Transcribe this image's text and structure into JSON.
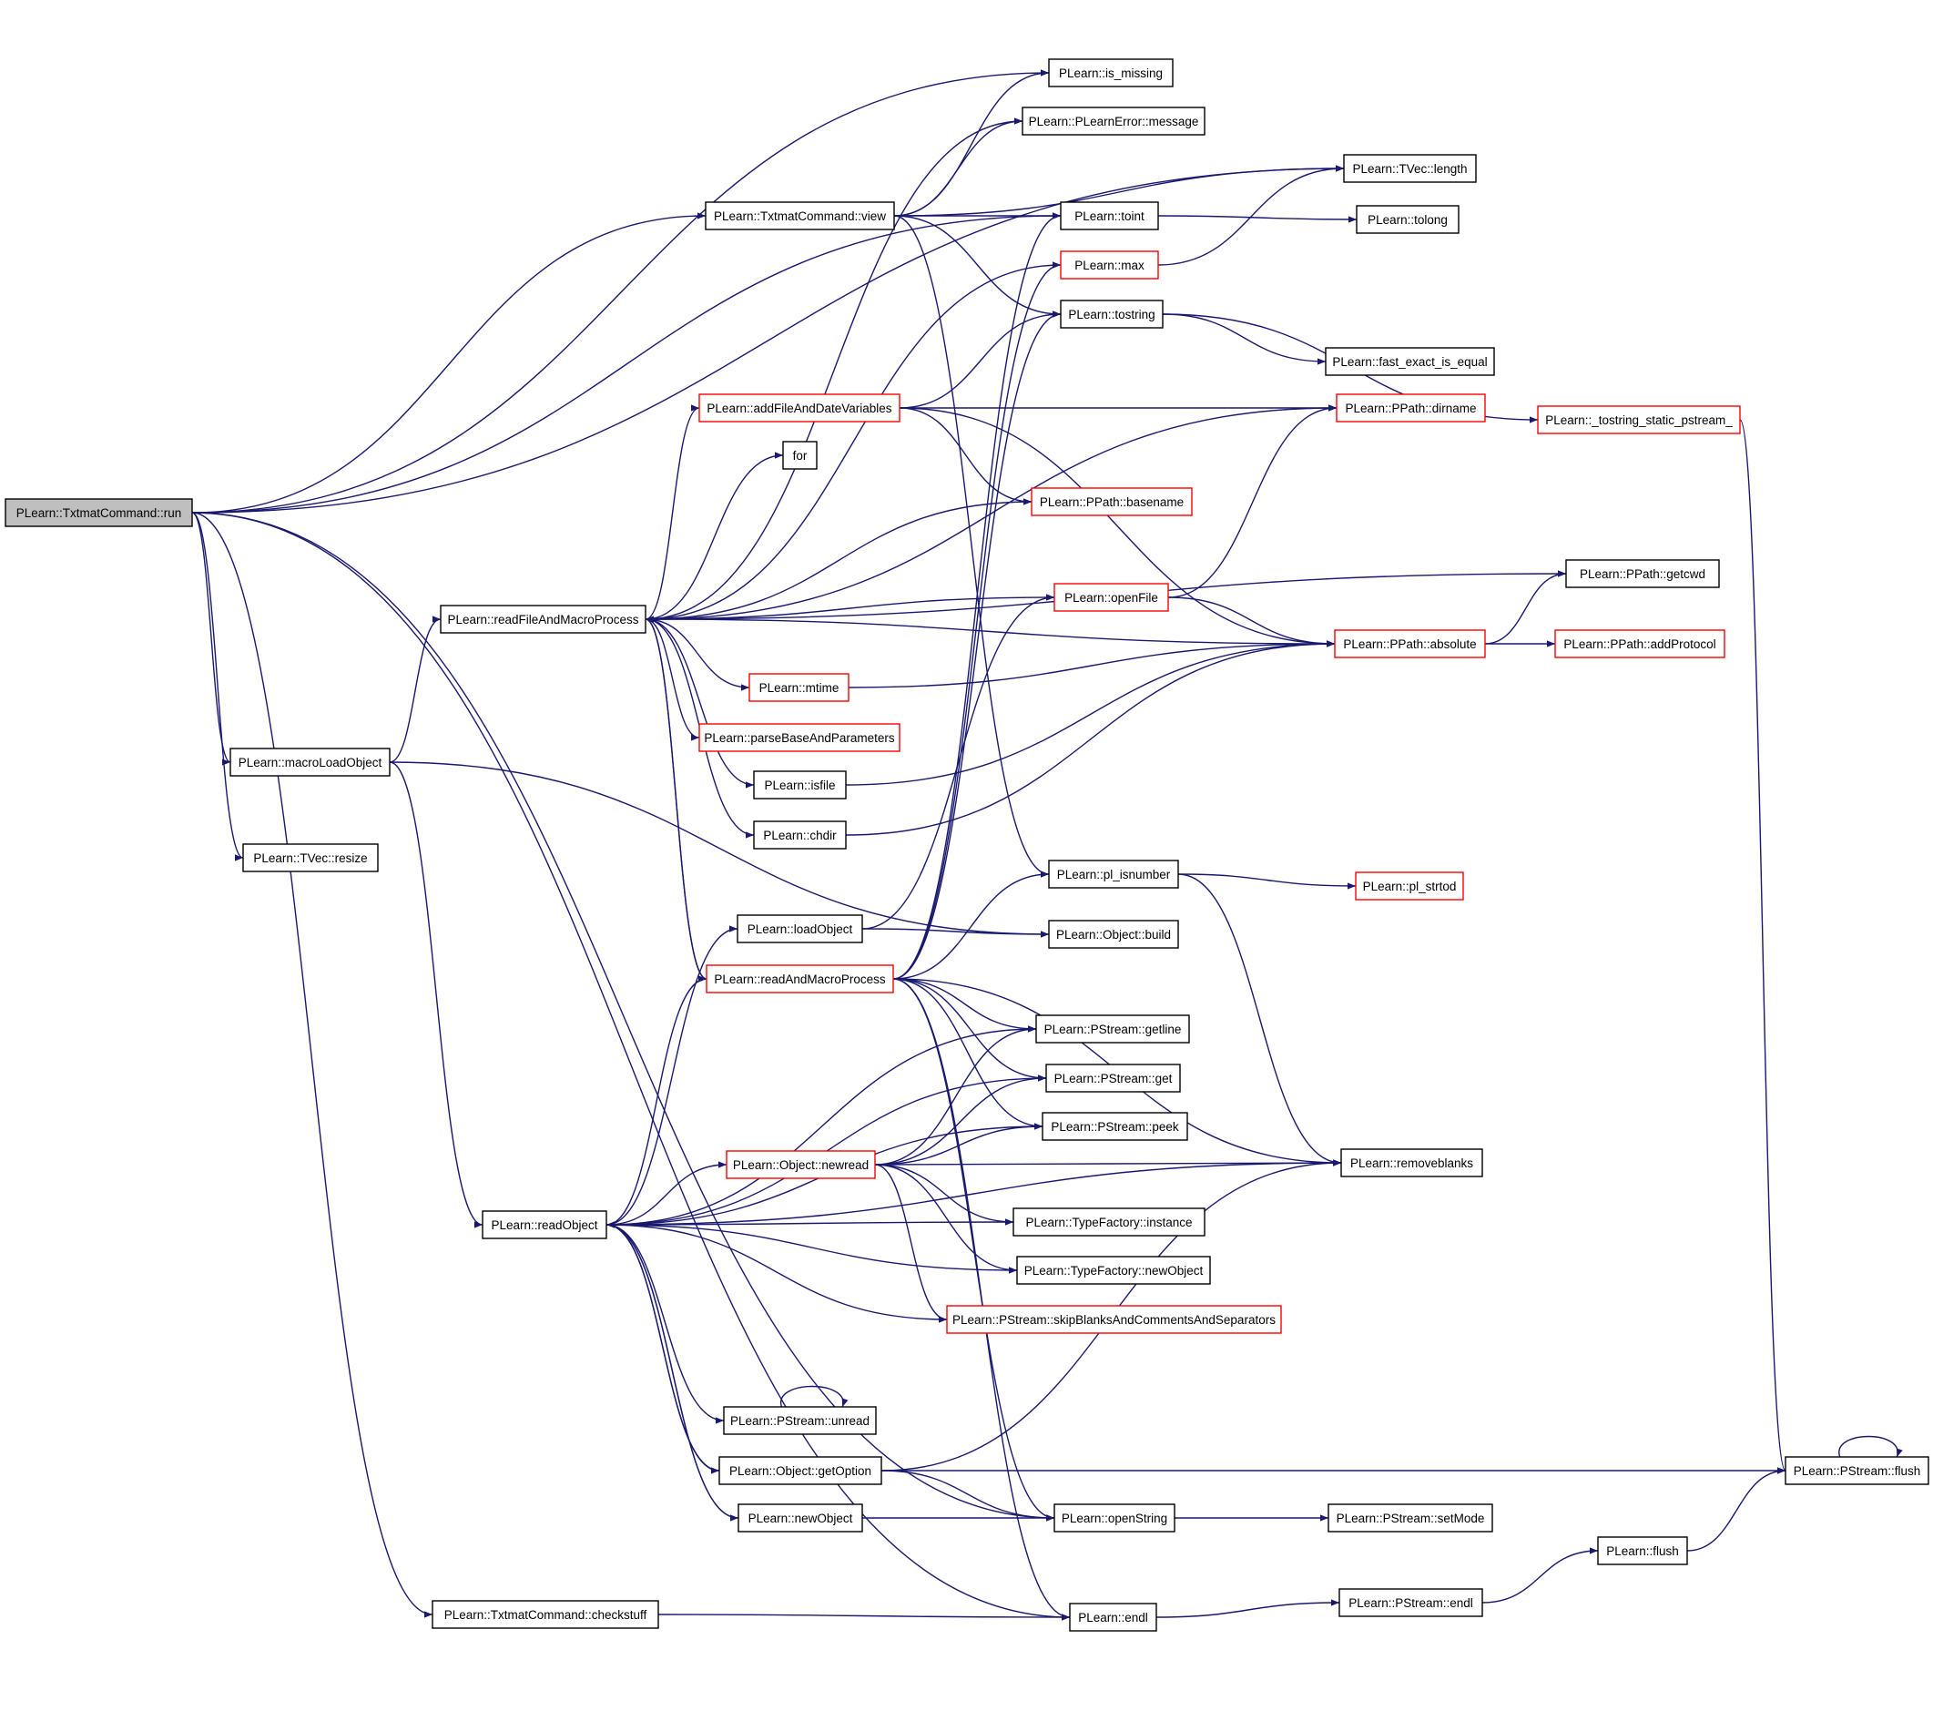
{
  "colors": {
    "edge": "#191970",
    "node_border": "#000000",
    "incomplete_border": "#ff0000",
    "root_fill": "#bfbfbf"
  },
  "nodes": [
    {
      "id": "run",
      "label": "PLearn::TxtmatCommand::run",
      "style": "root"
    },
    {
      "id": "is_missing",
      "label": "PLearn::is_missing",
      "style": "normal"
    },
    {
      "id": "message",
      "label": "PLearn::PLearnError::message",
      "style": "normal"
    },
    {
      "id": "length",
      "label": "PLearn::TVec::length",
      "style": "normal"
    },
    {
      "id": "view",
      "label": "PLearn::TxtmatCommand::view",
      "style": "normal"
    },
    {
      "id": "toint",
      "label": "PLearn::toint",
      "style": "normal"
    },
    {
      "id": "tolong",
      "label": "PLearn::tolong",
      "style": "normal"
    },
    {
      "id": "max",
      "label": "PLearn::max",
      "style": "red"
    },
    {
      "id": "tostring",
      "label": "PLearn::tostring",
      "style": "normal"
    },
    {
      "id": "fast_exact",
      "label": "PLearn::fast_exact_is_equal",
      "style": "normal"
    },
    {
      "id": "addFile",
      "label": "PLearn::addFileAndDateVariables",
      "style": "red"
    },
    {
      "id": "dirname",
      "label": "PLearn::PPath::dirname",
      "style": "red"
    },
    {
      "id": "tostring_static",
      "label": "PLearn::_tostring_static_pstream_",
      "style": "red"
    },
    {
      "id": "for",
      "label": "for",
      "style": "normal"
    },
    {
      "id": "basename",
      "label": "PLearn::PPath::basename",
      "style": "red"
    },
    {
      "id": "getcwd",
      "label": "PLearn::PPath::getcwd",
      "style": "normal"
    },
    {
      "id": "readFile",
      "label": "PLearn::readFileAndMacroProcess",
      "style": "normal"
    },
    {
      "id": "openFile",
      "label": "PLearn::openFile",
      "style": "red"
    },
    {
      "id": "absolute",
      "label": "PLearn::PPath::absolute",
      "style": "red"
    },
    {
      "id": "addProtocol",
      "label": "PLearn::PPath::addProtocol",
      "style": "red"
    },
    {
      "id": "mtime",
      "label": "PLearn::mtime",
      "style": "red"
    },
    {
      "id": "parseBase",
      "label": "PLearn::parseBaseAndParameters",
      "style": "red"
    },
    {
      "id": "macroLoad",
      "label": "PLearn::macroLoadObject",
      "style": "normal"
    },
    {
      "id": "isfile",
      "label": "PLearn::isfile",
      "style": "normal"
    },
    {
      "id": "chdir",
      "label": "PLearn::chdir",
      "style": "normal"
    },
    {
      "id": "resize",
      "label": "PLearn::TVec::resize",
      "style": "normal"
    },
    {
      "id": "pl_isnumber",
      "label": "PLearn::pl_isnumber",
      "style": "normal"
    },
    {
      "id": "pl_strtod",
      "label": "PLearn::pl_strtod",
      "style": "red"
    },
    {
      "id": "loadObject",
      "label": "PLearn::loadObject",
      "style": "normal"
    },
    {
      "id": "build",
      "label": "PLearn::Object::build",
      "style": "normal"
    },
    {
      "id": "readAndMacro",
      "label": "PLearn::readAndMacroProcess",
      "style": "red"
    },
    {
      "id": "getline",
      "label": "PLearn::PStream::getline",
      "style": "normal"
    },
    {
      "id": "get",
      "label": "PLearn::PStream::get",
      "style": "normal"
    },
    {
      "id": "peek",
      "label": "PLearn::PStream::peek",
      "style": "normal"
    },
    {
      "id": "newread",
      "label": "PLearn::Object::newread",
      "style": "red"
    },
    {
      "id": "removeblanks",
      "label": "PLearn::removeblanks",
      "style": "normal"
    },
    {
      "id": "readObject",
      "label": "PLearn::readObject",
      "style": "normal"
    },
    {
      "id": "instance",
      "label": "PLearn::TypeFactory::instance",
      "style": "normal"
    },
    {
      "id": "tfNewObject",
      "label": "PLearn::TypeFactory::newObject",
      "style": "normal"
    },
    {
      "id": "skipBlanks",
      "label": "PLearn::PStream::skipBlanksAndCommentsAndSeparators",
      "style": "red"
    },
    {
      "id": "unread",
      "label": "PLearn::PStream::unread",
      "style": "normal"
    },
    {
      "id": "getOption",
      "label": "PLearn::Object::getOption",
      "style": "normal"
    },
    {
      "id": "psFlush",
      "label": "PLearn::PStream::flush",
      "style": "normal"
    },
    {
      "id": "newObject",
      "label": "PLearn::newObject",
      "style": "normal"
    },
    {
      "id": "openString",
      "label": "PLearn::openString",
      "style": "normal"
    },
    {
      "id": "setMode",
      "label": "PLearn::PStream::setMode",
      "style": "normal"
    },
    {
      "id": "flush",
      "label": "PLearn::flush",
      "style": "normal"
    },
    {
      "id": "checkstuff",
      "label": "PLearn::TxtmatCommand::checkstuff",
      "style": "normal"
    },
    {
      "id": "endl",
      "label": "PLearn::endl",
      "style": "normal"
    },
    {
      "id": "psEndl",
      "label": "PLearn::PStream::endl",
      "style": "normal"
    }
  ],
  "edges": [
    [
      "run",
      "is_missing"
    ],
    [
      "run",
      "length"
    ],
    [
      "run",
      "view"
    ],
    [
      "run",
      "toint"
    ],
    [
      "run",
      "macroLoad"
    ],
    [
      "run",
      "resize"
    ],
    [
      "run",
      "openString"
    ],
    [
      "run",
      "checkstuff"
    ],
    [
      "run",
      "endl"
    ],
    [
      "view",
      "is_missing"
    ],
    [
      "view",
      "message"
    ],
    [
      "view",
      "length"
    ],
    [
      "view",
      "toint"
    ],
    [
      "view",
      "tostring"
    ],
    [
      "view",
      "pl_isnumber"
    ],
    [
      "toint",
      "tolong"
    ],
    [
      "max",
      "length"
    ],
    [
      "tostring",
      "fast_exact"
    ],
    [
      "tostring",
      "tostring_static"
    ],
    [
      "tostring_static",
      "psFlush"
    ],
    [
      "addFile",
      "tostring"
    ],
    [
      "addFile",
      "dirname"
    ],
    [
      "addFile",
      "basename"
    ],
    [
      "addFile",
      "absolute"
    ],
    [
      "readFile",
      "message"
    ],
    [
      "readFile",
      "max"
    ],
    [
      "readFile",
      "dirname"
    ],
    [
      "readFile",
      "addFile"
    ],
    [
      "readFile",
      "for"
    ],
    [
      "readFile",
      "basename"
    ],
    [
      "readFile",
      "getcwd"
    ],
    [
      "readFile",
      "openFile"
    ],
    [
      "readFile",
      "absolute"
    ],
    [
      "readFile",
      "mtime"
    ],
    [
      "readFile",
      "parseBase"
    ],
    [
      "readFile",
      "isfile"
    ],
    [
      "readFile",
      "chdir"
    ],
    [
      "readFile",
      "readAndMacro"
    ],
    [
      "openFile",
      "dirname"
    ],
    [
      "openFile",
      "absolute"
    ],
    [
      "absolute",
      "getcwd"
    ],
    [
      "absolute",
      "addProtocol"
    ],
    [
      "mtime",
      "absolute"
    ],
    [
      "isfile",
      "absolute"
    ],
    [
      "chdir",
      "absolute"
    ],
    [
      "macroLoad",
      "readFile"
    ],
    [
      "macroLoad",
      "build"
    ],
    [
      "macroLoad",
      "readObject"
    ],
    [
      "pl_isnumber",
      "pl_strtod"
    ],
    [
      "pl_isnumber",
      "removeblanks"
    ],
    [
      "loadObject",
      "openFile"
    ],
    [
      "loadObject",
      "build"
    ],
    [
      "readAndMacro",
      "toint"
    ],
    [
      "readAndMacro",
      "max"
    ],
    [
      "readAndMacro",
      "tostring"
    ],
    [
      "readAndMacro",
      "readFile"
    ],
    [
      "readAndMacro",
      "pl_isnumber"
    ],
    [
      "readAndMacro",
      "getline"
    ],
    [
      "readAndMacro",
      "get"
    ],
    [
      "readAndMacro",
      "peek"
    ],
    [
      "readAndMacro",
      "removeblanks"
    ],
    [
      "readAndMacro",
      "openString"
    ],
    [
      "readAndMacro",
      "endl"
    ],
    [
      "newread",
      "getline"
    ],
    [
      "newread",
      "get"
    ],
    [
      "newread",
      "peek"
    ],
    [
      "newread",
      "removeblanks"
    ],
    [
      "newread",
      "instance"
    ],
    [
      "newread",
      "tfNewObject"
    ],
    [
      "newread",
      "skipBlanks"
    ],
    [
      "readObject",
      "loadObject"
    ],
    [
      "readObject",
      "readAndMacro"
    ],
    [
      "readObject",
      "getline"
    ],
    [
      "readObject",
      "get"
    ],
    [
      "readObject",
      "peek"
    ],
    [
      "readObject",
      "newread"
    ],
    [
      "readObject",
      "removeblanks"
    ],
    [
      "readObject",
      "instance"
    ],
    [
      "readObject",
      "tfNewObject"
    ],
    [
      "readObject",
      "skipBlanks"
    ],
    [
      "readObject",
      "unread"
    ],
    [
      "readObject",
      "getOption"
    ],
    [
      "readObject",
      "newObject"
    ],
    [
      "unread",
      "unread"
    ],
    [
      "getOption",
      "removeblanks"
    ],
    [
      "getOption",
      "psFlush"
    ],
    [
      "getOption",
      "openString"
    ],
    [
      "getOption",
      "readObject"
    ],
    [
      "newObject",
      "openString"
    ],
    [
      "newObject",
      "readObject"
    ],
    [
      "openString",
      "setMode"
    ],
    [
      "flush",
      "psFlush"
    ],
    [
      "psFlush",
      "psFlush"
    ],
    [
      "checkstuff",
      "endl"
    ],
    [
      "endl",
      "psEndl"
    ],
    [
      "psEndl",
      "flush"
    ]
  ]
}
